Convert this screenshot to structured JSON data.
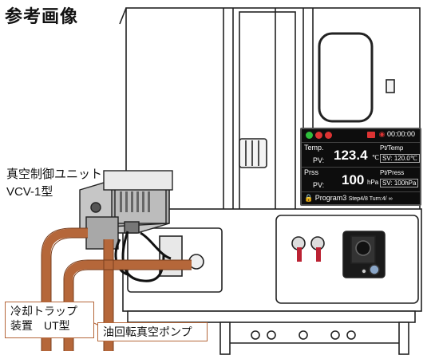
{
  "title": "参考画像",
  "controller_label": {
    "line1": "真空制御ユニット",
    "line2": "VCV-1型"
  },
  "trap_label": {
    "line1": "冷却トラップ",
    "line2": "装置　UT型"
  },
  "pump_label": "油回転真空ポンプ",
  "lcd": {
    "timer": "00:00:00",
    "temp": {
      "label": "Temp.",
      "pv_label": "PV:",
      "value": "123.4",
      "unit": "℃",
      "ref_label": "Pt/Temp",
      "sv_label": "SV:",
      "sv_value": "120.0",
      "sv_unit": "℃"
    },
    "press": {
      "label": "Prss",
      "pv_label": "PV:",
      "value": "100",
      "unit": "hPa",
      "ref_label": "Pt/Press",
      "sv_label": "SV:",
      "sv_value": "100",
      "sv_unit": "hPa"
    },
    "program": "Program3",
    "step": "Step4/8 Turn:4/ ∞"
  },
  "colors": {
    "pipe": "#b5673a",
    "line": "#222222",
    "panel_gray": "#bdbdbd",
    "lcd_bg": "#0d0d0d"
  }
}
